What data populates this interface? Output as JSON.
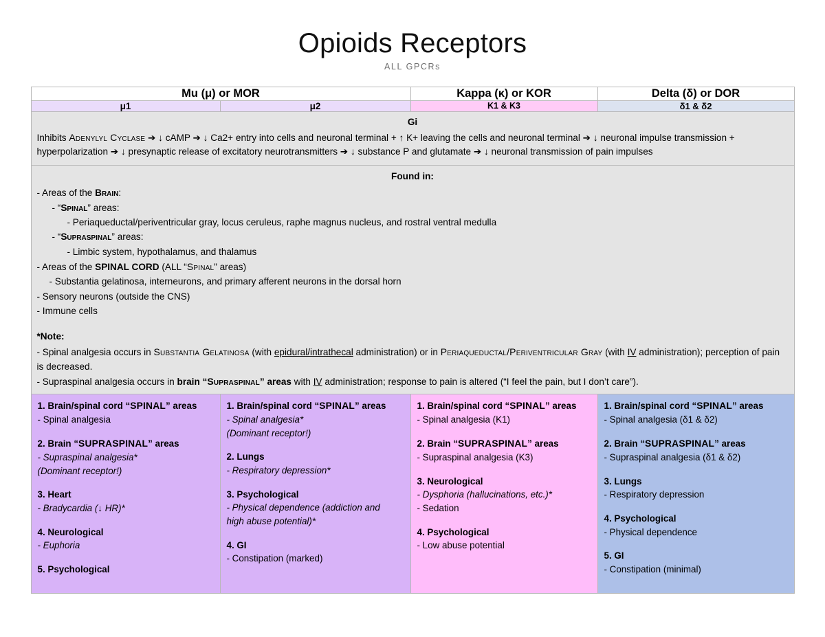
{
  "title": "Opioids Receptors",
  "subtitle": "ALL GPCRs",
  "colors": {
    "mu_column": "#D8B3F8",
    "kappa_column": "#FFBDFA",
    "delta_column": "#ADC0E8",
    "mu_subheader": "#EADCFB",
    "kappa_subheader": "#FFCCF7",
    "delta_subheader": "#DCE3F0",
    "shared_row": "#E4E4E4"
  },
  "headers": {
    "mu": "Mu (μ) or MOR",
    "kappa": "Kappa (κ) or KOR",
    "delta": "Delta (δ) or DOR"
  },
  "subheaders": {
    "mu1": "μ1",
    "mu2": "μ2",
    "kappa": "K1 & K3",
    "delta": "δ1 & δ2"
  },
  "gi": {
    "heading": "Gi",
    "text_prefix": "Inhibits ",
    "enzyme": "Adenylyl Cyclase",
    "text_body": " ➔ ↓ cAMP ➔ ↓ Ca2+ entry into cells and neuronal terminal + ↑ K+ leaving the cells and neuronal terminal ➔ ↓ neuronal impulse transmission + hyperpolarization ➔ ↓ presynaptic release of excitatory neurotransmitters ➔ ↓ substance P and glutamate ➔ ↓ neuronal transmission of pain impulses"
  },
  "found_in": {
    "heading": "Found in:",
    "lines": [
      {
        "indent": 0,
        "prefix": "- Areas of the ",
        "sc_bold": "Brain",
        "suffix": ":"
      },
      {
        "indent": 1,
        "prefix": "- “",
        "sc_bold": "Spinal",
        "suffix": "” areas:"
      },
      {
        "indent": 2,
        "text": "- Periaqueductal/periventricular gray, locus ceruleus, raphe magnus nucleus, and rostral ventral medulla"
      },
      {
        "indent": 1,
        "prefix": "- “",
        "sc_bold": "Supraspinal",
        "suffix": "” areas:"
      },
      {
        "indent": 2,
        "text": "-  Limbic system, hypothalamus, and thalamus"
      },
      {
        "indent": 0,
        "prefix": "- Areas of the ",
        "bold": "SPINAL CORD",
        "suffix2_pre": " (ALL “",
        "sc": "Spinal",
        "suffix": "” areas)"
      },
      {
        "indent": 1,
        "text": "- Substantia gelatinosa, interneurons, and primary afferent neurons in the dorsal horn"
      },
      {
        "indent": 0,
        "text": "- Sensory neurons (outside the CNS)"
      },
      {
        "indent": 0,
        "text": "- Immune cells"
      }
    ]
  },
  "note": {
    "heading": "*Note:",
    "line1_a": "- Spinal analgesia occurs in ",
    "line1_sc1": "Substantia Gelatinosa",
    "line1_b": " (with ",
    "line1_u1": "epidural/intrathecal",
    "line1_c": " administration) or in ",
    "line1_sc2": "Periaqueductal/Periventricular Gray",
    "line1_d": " (with ",
    "line1_u2": "IV",
    "line1_e": " administration); perception of pain is decreased.",
    "line2_a": "- Supraspinal analgesia occurs in ",
    "line2_b_bold": "brain",
    "line2_c": " “",
    "line2_sc": "Supraspinal",
    "line2_d": "” areas",
    "line2_e": " with ",
    "line2_u": "IV",
    "line2_f": " administration; response to pain is altered (“I feel the pain, but I don’t care”)."
  },
  "columns": [
    {
      "key": "mu1",
      "groups": [
        {
          "heading": "1. Brain/spinal cord “SPINAL” areas",
          "sc_part": "SPINAL",
          "items": [
            {
              "text": "- Spinal analgesia",
              "italic": false
            }
          ]
        },
        {
          "heading": "2. Brain “SUPRASPINAL” areas",
          "sc_part": "SUPRASPINAL",
          "items": [
            {
              "text": "- Supraspinal analgesia*",
              "italic": true
            },
            {
              "text": "(Dominant receptor!)",
              "italic": true
            }
          ]
        },
        {
          "heading": "3. Heart",
          "items": [
            {
              "text": "- Bradycardia (↓ HR)*",
              "italic": true
            }
          ]
        },
        {
          "heading": "4. Neurological",
          "items": [
            {
              "text": "- Euphoria",
              "italic": true
            }
          ]
        },
        {
          "heading": "5. Psychological",
          "items": []
        }
      ]
    },
    {
      "key": "mu2",
      "groups": [
        {
          "heading": "1. Brain/spinal cord “SPINAL” areas",
          "sc_part": "SPINAL",
          "items": [
            {
              "text": "- Spinal analgesia*",
              "italic": true
            },
            {
              "text": "(Dominant receptor!)",
              "italic": true
            }
          ]
        },
        {
          "heading": "2. Lungs",
          "items": [
            {
              "text": "- Respiratory depression*",
              "italic": true
            }
          ]
        },
        {
          "heading": "3. Psychological",
          "items": [
            {
              "text": "- Physical dependence (addiction and",
              "italic": true
            },
            {
              "text": "high abuse potential)*",
              "italic": true
            }
          ]
        },
        {
          "heading": "4. GI",
          "items": [
            {
              "text": "- Constipation (marked)",
              "italic": false
            }
          ]
        }
      ]
    },
    {
      "key": "kappa",
      "groups": [
        {
          "heading": "1. Brain/spinal cord “SPINAL” areas",
          "sc_part": "SPINAL",
          "items": [
            {
              "text": "- Spinal analgesia (K1)",
              "italic": false
            }
          ]
        },
        {
          "heading": "2. Brain “SUPRASPINAL” areas",
          "sc_part": "SUPRASPINAL",
          "items": [
            {
              "text": "- Supraspinal analgesia (K3)",
              "italic": false
            }
          ]
        },
        {
          "heading": "3. Neurological",
          "items": [
            {
              "text": "- Dysphoria (hallucinations, etc.)*",
              "italic": true
            },
            {
              "text": "- Sedation",
              "italic": false
            }
          ]
        },
        {
          "heading": "4. Psychological",
          "items": [
            {
              "text": "- Low abuse potential",
              "italic": false
            }
          ]
        }
      ]
    },
    {
      "key": "delta",
      "groups": [
        {
          "heading": "1. Brain/spinal cord “SPINAL” areas",
          "sc_part": "SPINAL",
          "items": [
            {
              "text": "- Spinal analgesia (δ1 & δ2)",
              "italic": false
            }
          ]
        },
        {
          "heading": "2. Brain “SUPRASPINAL” areas",
          "sc_part": "SUPRASPINAL",
          "items": [
            {
              "text": "- Supraspinal analgesia (δ1 & δ2)",
              "italic": false
            }
          ]
        },
        {
          "heading": "3. Lungs",
          "items": [
            {
              "text": "- Respiratory depression",
              "italic": false
            }
          ]
        },
        {
          "heading": "4. Psychological",
          "items": [
            {
              "text": "- Physical dependence",
              "italic": false
            }
          ]
        },
        {
          "heading": "5. GI",
          "items": [
            {
              "text": "- Constipation (minimal)",
              "italic": false
            }
          ]
        }
      ]
    }
  ]
}
